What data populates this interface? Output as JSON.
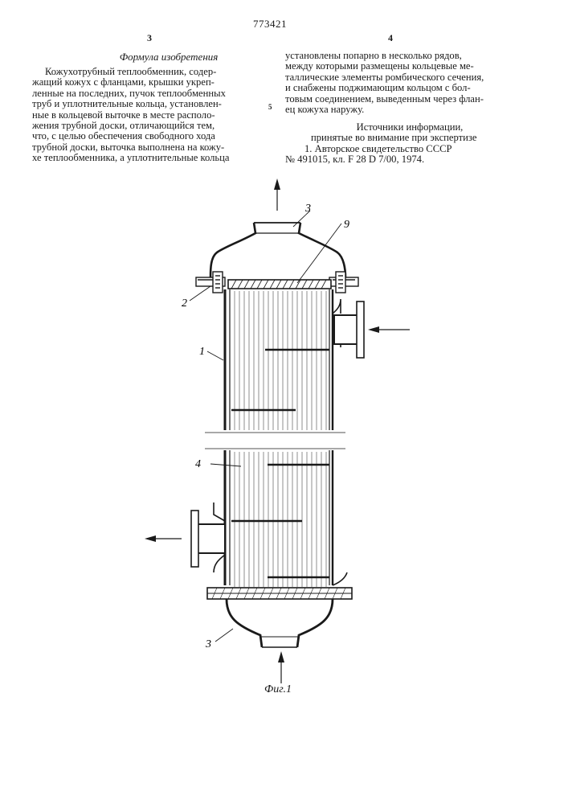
{
  "header": {
    "patent_number": "773421",
    "left_column_number": "3",
    "right_column_number": "4"
  },
  "left_column": {
    "heading": "Формула изобретения",
    "lines": [
      "Кожухотрубный теплообменник, содер-",
      "жащий кожух с фланцами, крышки укреп-",
      "ленные на последних, пучок теплообменных",
      "труб и уплотнительные кольца, установлен-",
      "ные в кольцевой выточке в месте располо-",
      "жения трубной доски, отличающийся тем,",
      "что, с целью обеспечения свободного хода",
      "трубной доски, выточка выполнена на кожу-",
      "хе теплообменника, а уплотнительные кольца"
    ]
  },
  "right_column": {
    "lines": [
      "установлены попарно в несколько рядов,",
      "между которыми размещены кольцевые ме-",
      "таллические элементы ромбического сечения,",
      "и снабжены поджимающим кольцом с бол-",
      "товым соединением, выведенным через флан-",
      "ец кожуха наружу."
    ],
    "line_marker": "5",
    "sources_title": "Источники информации,",
    "sources_subtitle": "принятые во внимание при экспертизе",
    "reference_line1": "1. Авторское свидетельство СССР",
    "reference_line2": "№ 491015, кл. F 28 D 7/00, 1974."
  },
  "figure": {
    "caption": "Фиг.1",
    "labels": {
      "shell": "1",
      "seal": "2",
      "cover_top": "3",
      "cover_bottom": "3",
      "tubes": "4",
      "ring": "9"
    }
  }
}
